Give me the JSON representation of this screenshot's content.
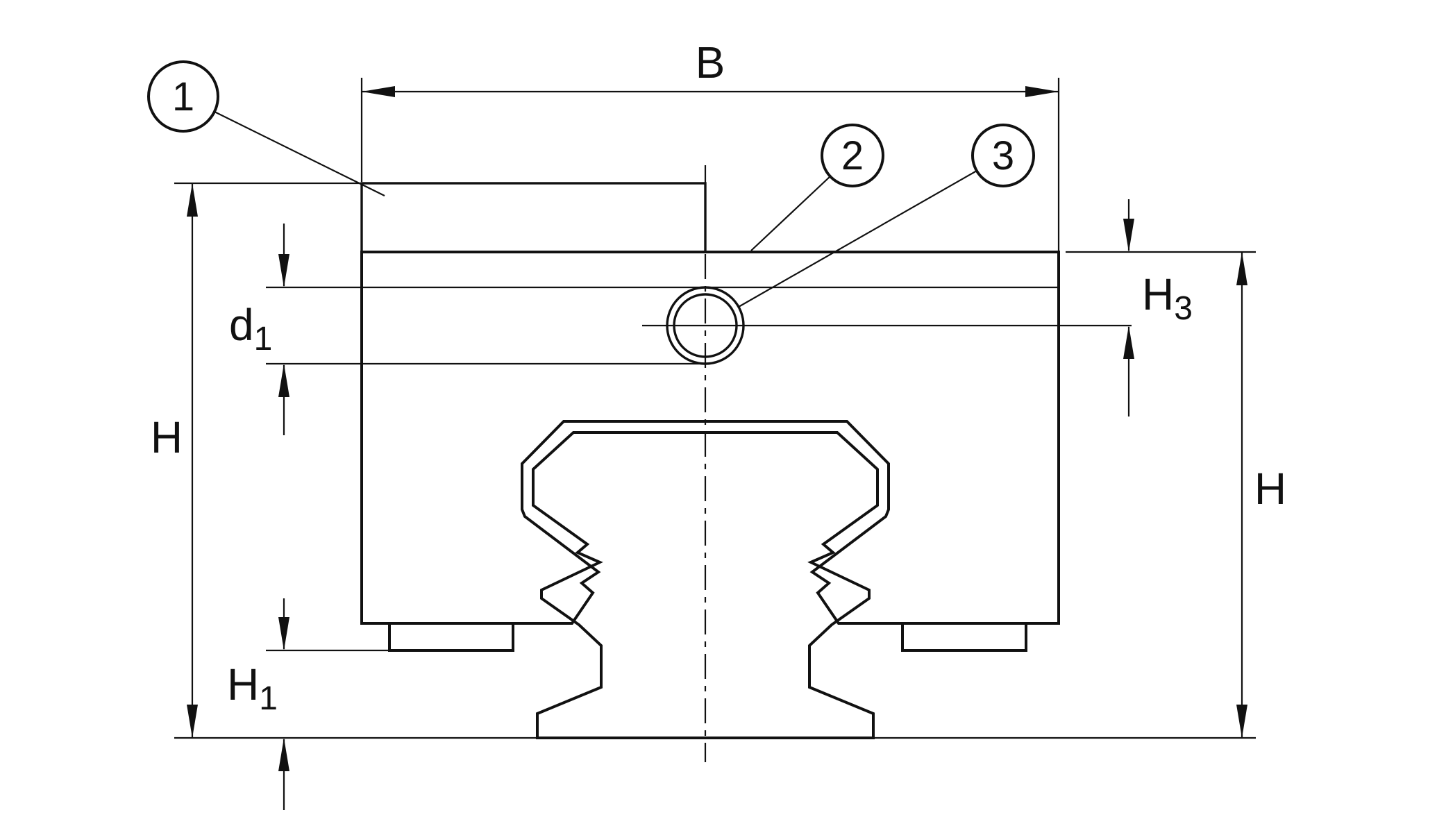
{
  "diagram": {
    "balloons": {
      "b1": "1",
      "b2": "2",
      "b3": "3"
    },
    "dims": {
      "B": "B",
      "H_left": "H",
      "H_right": "H",
      "d1": {
        "base": "d",
        "sub": "1"
      },
      "H1": {
        "base": "H",
        "sub": "1"
      },
      "H3": {
        "base": "H",
        "sub": "3"
      }
    },
    "colors": {
      "line": "#111111",
      "shade": "#9a9a9a",
      "background": "#ffffff"
    }
  }
}
